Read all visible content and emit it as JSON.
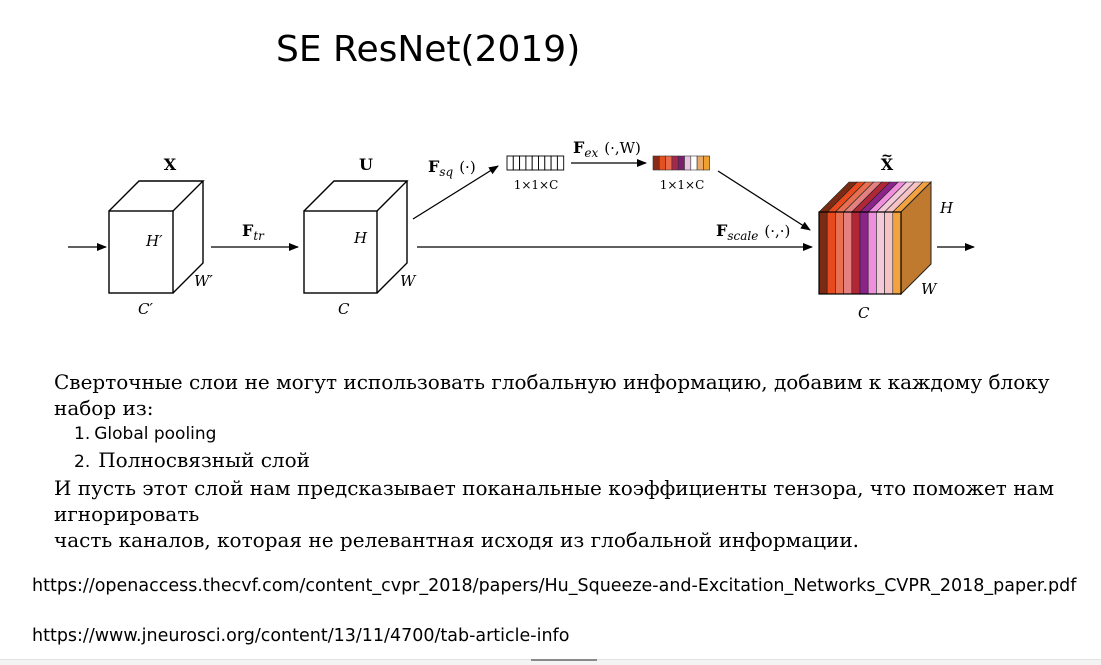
{
  "slide": {
    "title": "SE ResNet(2019)"
  },
  "diagram": {
    "x_label": "X",
    "u_label": "U",
    "xt_label": "X",
    "xt_tilde": "~",
    "h_prime": "H",
    "prime": "′",
    "w_prime": "W",
    "c_prime": "C",
    "h": "H",
    "w": "W",
    "c": "C",
    "f_tr": "F",
    "f_tr_sub": "tr",
    "f_sq": "F",
    "f_sq_sub": "sq",
    "f_sq_arg": "(·)",
    "f_ex": "F",
    "f_ex_sub": "ex",
    "f_ex_arg": "(·,W)",
    "f_scale": "F",
    "f_scale_sub": "scale",
    "f_scale_arg": "(·,·)",
    "vec_dim_1": "1×1×C",
    "vec_dim_2": "1×1×C",
    "colors": {
      "excite_vector": [
        "#8B2A17",
        "#E5501F",
        "#E86A4A",
        "#A2284C",
        "#7A1E6E",
        "#E9C6E0",
        "#FFFFFF",
        "#E8A96A",
        "#F0A030"
      ],
      "tensor_slices": [
        "#7B2A14",
        "#E84A1E",
        "#E87050",
        "#E58080",
        "#B02836",
        "#8A2489",
        "#F08FDE",
        "#F4C9DA",
        "#F5C3C3",
        "#F2A340"
      ],
      "tensor_side": "#C07A30"
    }
  },
  "text": {
    "para1": "Сверточные слои не могут использовать глобальную информацию, добавим к каждому блоку набор из:",
    "list": [
      {
        "num": "1.",
        "label": "Global pooling"
      },
      {
        "num": "2.",
        "label": "Полносвязный слой"
      }
    ],
    "para2": "И пусть этот слой нам предсказывает поканальные коэффициенты тензора, что поможет нам игнорировать",
    "para3": "часть каналов, которая не релевантная исходя из глобальной информации."
  },
  "links": {
    "link1": "https://openaccess.thecvf.com/content_cvpr_2018/papers/Hu_Squeeze-and-Excitation_Networks_CVPR_2018_paper.pdf",
    "link2": "https://www.jneurosci.org/content/13/11/4700/tab-article-info"
  }
}
